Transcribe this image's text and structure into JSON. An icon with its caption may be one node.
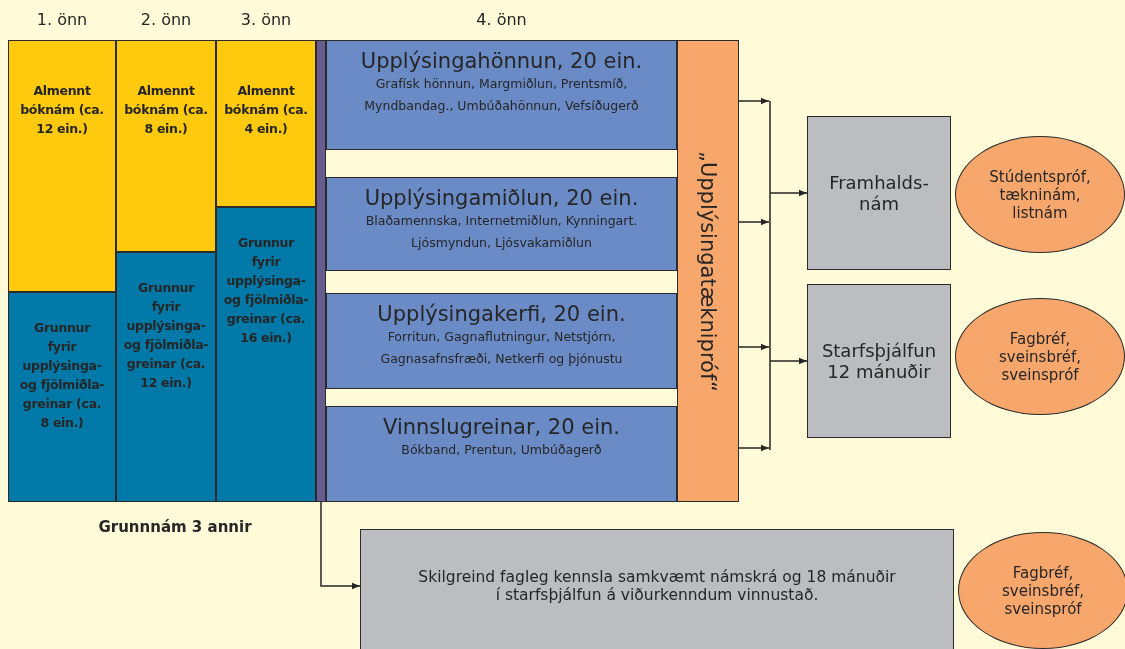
{
  "diagram": {
    "nodes": [
      {
        "text": [
          "Almennt bóknám (ca. 12 ein.)"
        ]
      },
      {
        "text": [
          "Grunnur fyrir upplýsinga- og fjölmiðla- greinar (ca. 8 ein.)"
        ]
      },
      {
        "text": [
          "Almennt bóknám (ca. 8 ein.)"
        ]
      },
      {
        "text": [
          "Grunnur fyrir upplýsinga- og fjölmiðla- greinar (ca. 12 ein.)"
        ]
      },
      {
        "text": [
          "Almennt bóknám (ca. 4 ein.)"
        ]
      },
      {
        "text": [
          "Grunnur fyrir upplýsinga- og fjölmiðla- greinar (ca. 16 ein.)"
        ]
      },
      {
        "text": [],
        "shape": "bar"
      },
      {
        "text": [
          "Upplýsingahönnun, 20 ein.",
          "Grafísk hönnun, Margmiðlun, Prentsmíð, Myndbandag., Umbúðahönnun, Vefsíðugerð"
        ]
      },
      {
        "text": [
          "Upplýsingamiðlun, 20 ein.",
          "Blaðamennska, Internetmiðlun, Kynningart. Ljósmyndun, Ljósvakamiðlun"
        ]
      },
      {
        "text": [
          "Upplýsingakerfi, 20 ein.",
          "Forritun, Gagnaflutningur, Netstjórn, Gagnasafnsfræði, Netkerfi og þjónustu"
        ]
      },
      {
        "text": [
          "Vinnslugreinar, 20 ein.",
          "Bókband, Prentun, Umbúðagerð"
        ]
      },
      {
        "text": [
          "„Upplýsingatæknipróf“"
        ]
      },
      {
        "text": [
          "Framhalds- nám"
        ]
      },
      {
        "text": [
          "Stúdentspróf, tækninám, listnám"
        ]
      },
      {
        "text": [
          "Starfsþjálfun 12 mánuðir"
        ]
      },
      {
        "text": [
          "Fagbréf, sveinsbréf, sveinspróf"
        ]
      },
      {
        "text": [
          "Skilgreind fagleg kennsla samkvæmt námskrá og 18 mánuðir í starfsþjálfun á viðurkenndum vinnustað."
        ]
      },
      {
        "text": [
          "Fagbréf, sveinsbréf, sveinspróf"
        ]
      }
    ],
    "edges": [
      {
        "from": 11,
        "to": 12,
        "arrow": "to"
      },
      {
        "from": 11,
        "to": 14,
        "arrow": "to"
      },
      {
        "from": 6,
        "to": 16,
        "arrow": "to"
      }
    ],
    "labels": [
      "1. önn",
      "2. önn",
      "3. önn",
      "4. önn",
      "Grunnnám 3 annir"
    ]
  }
}
